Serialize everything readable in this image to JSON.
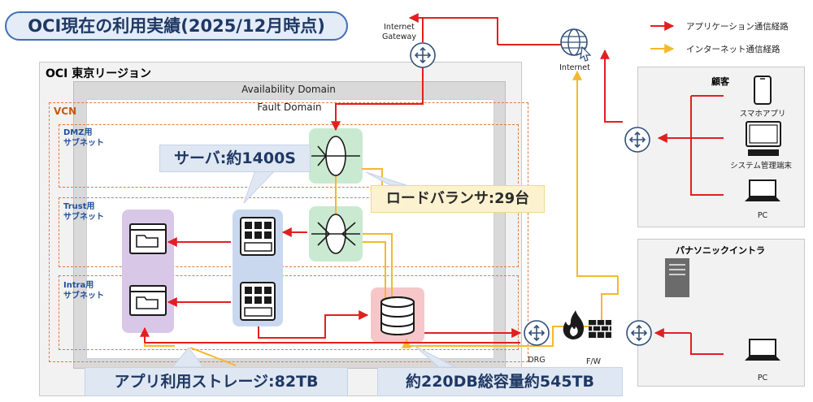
{
  "title": "OCI現在の利用実績(2025/12月時点)",
  "region": {
    "title": "OCI 東京リージョン"
  },
  "availability_domain": "Availability Domain",
  "fault_domain": "Fault Domain",
  "vcn": "VCN",
  "subnets": {
    "dmz": "DMZ用\nサブネット",
    "trust": "Trust用\nサブネット",
    "intra": "Intra用\nサブネット"
  },
  "callouts": {
    "servers": "サーバ:約1400S",
    "load_balancers": "ロードバランサ:29台",
    "storage": "アプリ利用ストレージ:82TB",
    "databases": "約220DB総容量約545TB"
  },
  "nodes": {
    "internet_gateway": "Internet\nGateway",
    "internet": "Internet",
    "drg": "DRG",
    "firewall": "F/W"
  },
  "customer": {
    "title": "顧客",
    "smartphone": "スマホアプリ",
    "terminal": "システム管理端末",
    "pc": "PC"
  },
  "intranet": {
    "title": "パナソニックイントラ",
    "pc": "PC"
  },
  "legend": {
    "app_route": "アプリケーション通信経路",
    "internet_route": "インターネット通信経路"
  },
  "colors": {
    "app_route": "#e02020",
    "internet_route": "#f5b82e",
    "accent": "#1f3864"
  }
}
